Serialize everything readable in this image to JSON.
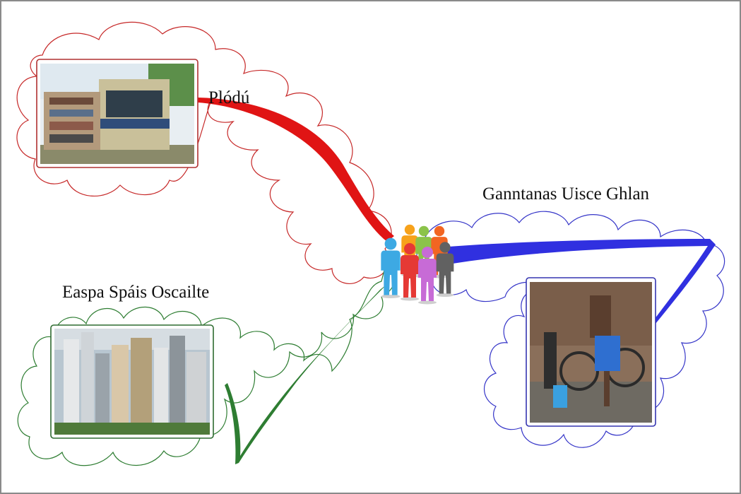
{
  "nodes": [
    {
      "id": "plodu",
      "label": "Plódú",
      "color": "#d81b1b",
      "image": "overcrowded-train-photo"
    },
    {
      "id": "easpa",
      "label": "Easpa Spáis Oscailte",
      "color": "#2e7d32",
      "image": "dense-high-rise-city-photo"
    },
    {
      "id": "ganntanas",
      "label": "Ganntanas Uisce Ghlan",
      "color": "#3535d6",
      "image": "man-at-water-hand-pump-photo"
    }
  ],
  "center": {
    "image": "crowd-of-people-icon",
    "people_colors": [
      "#3da9e3",
      "#f7a21b",
      "#8bc34a",
      "#f26522",
      "#e53935",
      "#c76bd6",
      "#616161"
    ]
  }
}
